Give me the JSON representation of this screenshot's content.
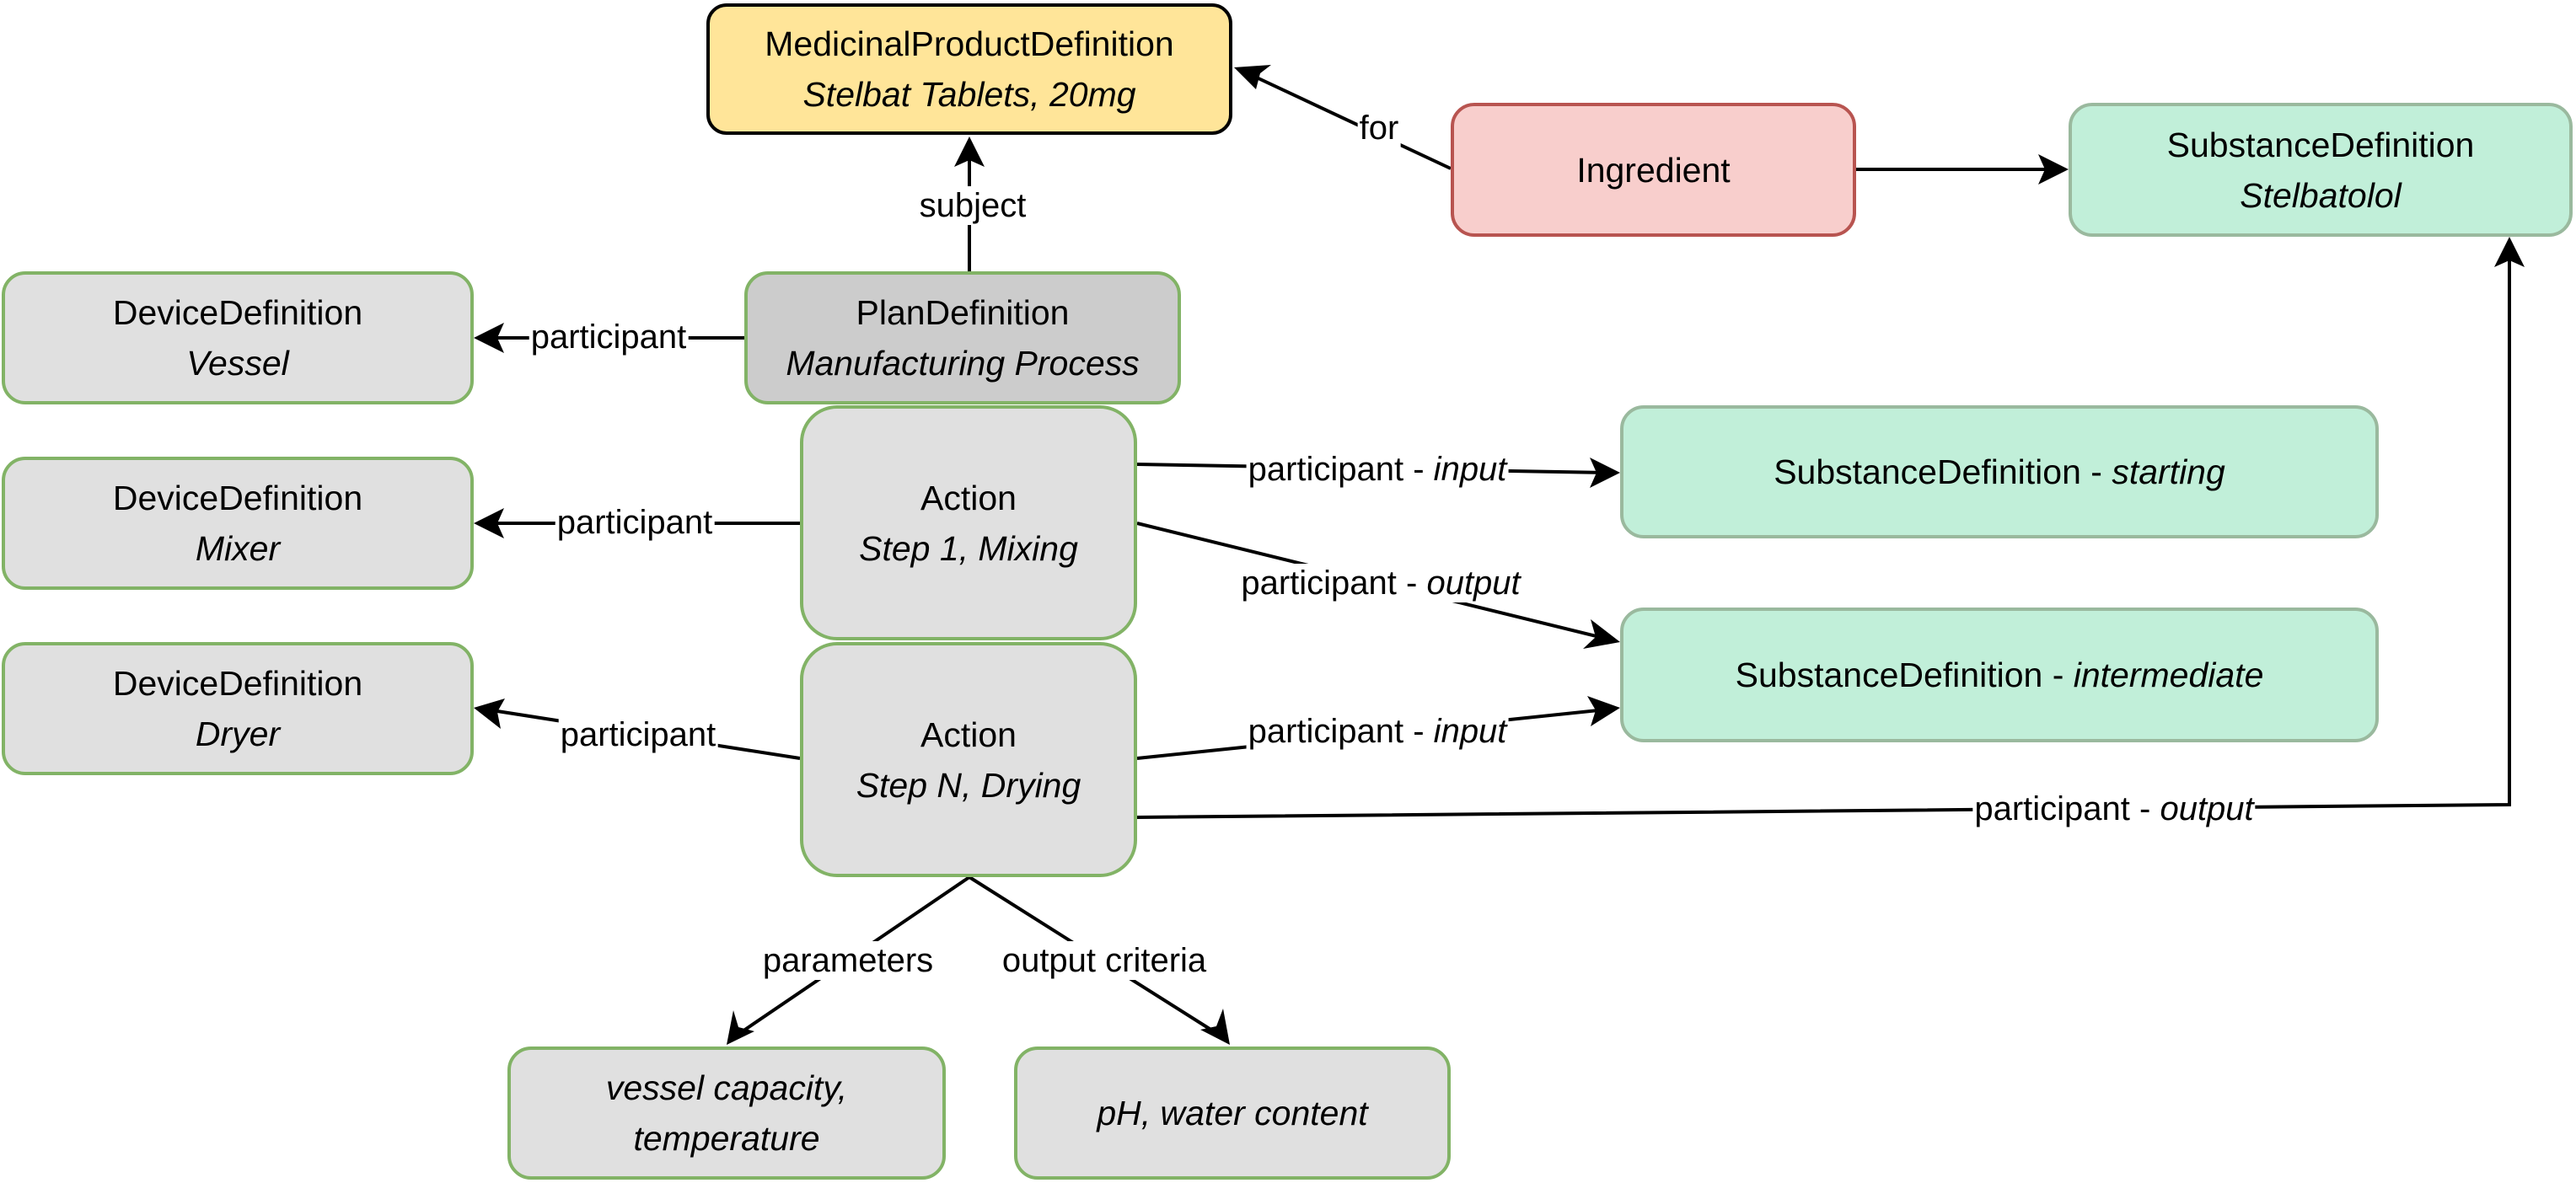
{
  "nodes": {
    "medicinal_product": {
      "title": "MedicinalProductDefinition",
      "subtitle": "Stelbat Tablets, 20mg",
      "color": "#ffe599"
    },
    "ingredient": {
      "title": "Ingredient",
      "color": "#f8cecc"
    },
    "substance_stelbatolol": {
      "title": "SubstanceDefinition",
      "subtitle": "Stelbatolol",
      "color": "#c1efd9"
    },
    "plan_definition": {
      "title": "PlanDefinition",
      "subtitle": "Manufacturing Process",
      "color": "#cccccc"
    },
    "device_vessel": {
      "title": "DeviceDefinition",
      "subtitle": "Vessel",
      "color": "#e0e0e0"
    },
    "device_mixer": {
      "title": "DeviceDefinition",
      "subtitle": "Mixer",
      "color": "#e0e0e0"
    },
    "device_dryer": {
      "title": "DeviceDefinition",
      "subtitle": "Dryer",
      "color": "#e0e0e0"
    },
    "action_step1": {
      "title": "Action",
      "subtitle": "Step 1, Mixing",
      "color": "#e0e0e0"
    },
    "action_stepn": {
      "title": "Action",
      "subtitle": "Step N, Drying",
      "color": "#e0e0e0"
    },
    "substance_starting": {
      "title": "SubstanceDefinition - ",
      "subtitle": "starting",
      "color": "#c1efd9"
    },
    "substance_intermediate": {
      "title": "SubstanceDefinition - ",
      "subtitle": "intermediate",
      "color": "#c1efd9"
    },
    "parameters_box": {
      "line1": "vessel capacity,",
      "line2": "temperature",
      "color": "#e0e0e0"
    },
    "criteria_box": {
      "subtitle": "pH, water content",
      "color": "#e0e0e0"
    }
  },
  "edges": {
    "for": {
      "label": "for"
    },
    "subject": {
      "label": "subject"
    },
    "plan_participant": {
      "label": "participant"
    },
    "mixer_participant": {
      "label": "participant"
    },
    "dryer_participant": {
      "label": "participant"
    },
    "step1_input": {
      "label": "participant - ",
      "role": "input"
    },
    "step1_output": {
      "label": "participant - ",
      "role": "output"
    },
    "stepn_input": {
      "label": "participant - ",
      "role": "input"
    },
    "stepn_output": {
      "label": "participant - ",
      "role": "output"
    },
    "parameters": {
      "label": "parameters"
    },
    "output_criteria": {
      "label": "output criteria"
    }
  },
  "colors": {
    "edge": "#000000",
    "green_border": "#82b366",
    "red_border": "#b85450",
    "mint_border": "#9ab99e"
  }
}
